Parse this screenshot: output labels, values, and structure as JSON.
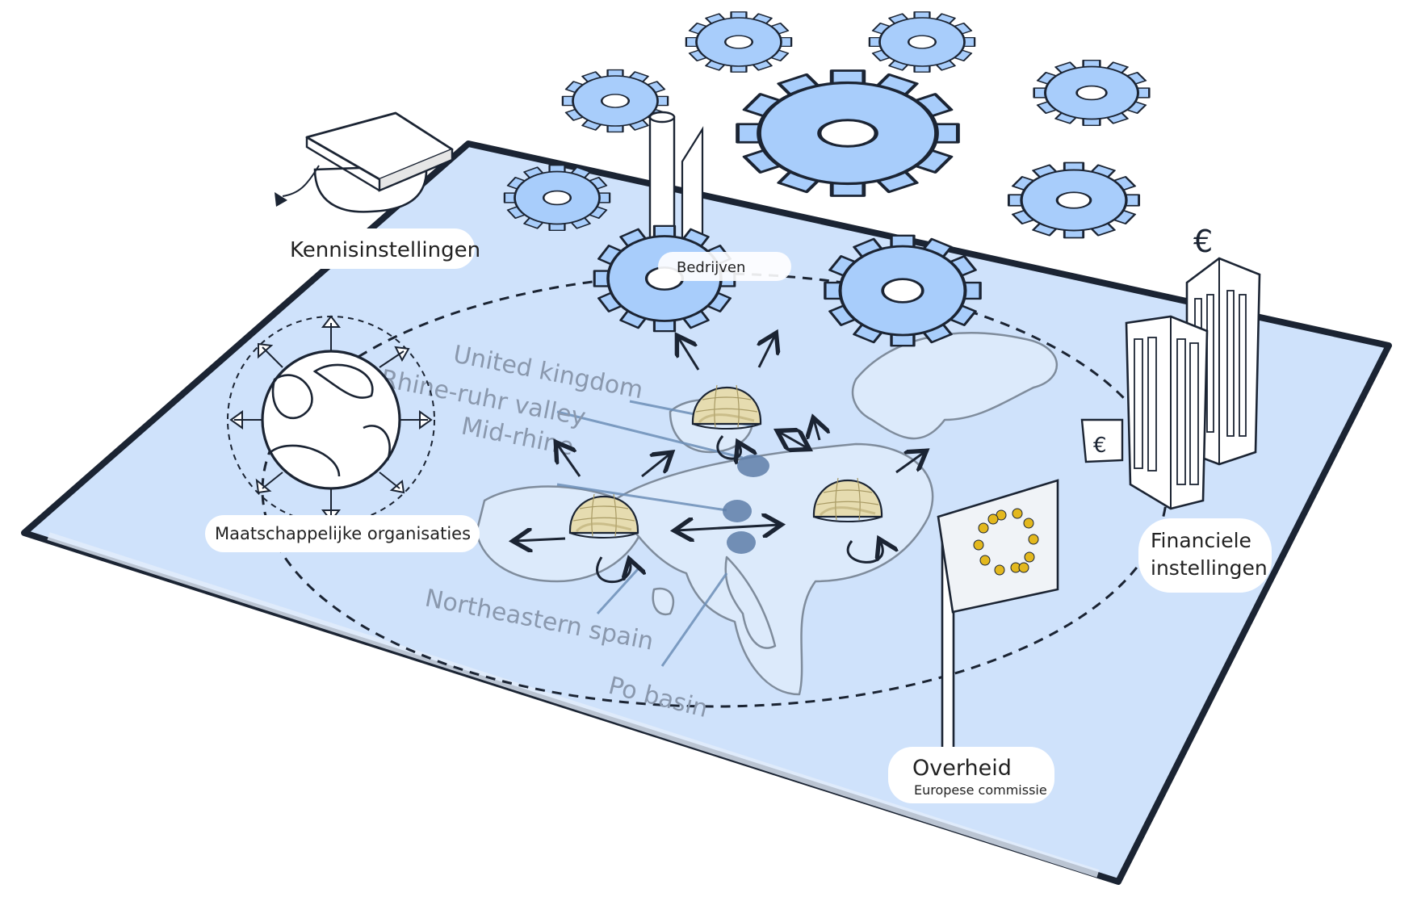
{
  "actors": {
    "kennis": "Kennisinstellingen",
    "bedrijven": "Bedrijven",
    "maatschappelijk": "Maatschappelijke organisaties",
    "financiele_line1": "Financiele",
    "financiele_line2": "instellingen",
    "overheid": "Overheid",
    "overheid_sub": "Europese commissie"
  },
  "regions": {
    "uk": "United kingdom",
    "rhine_ruhr": "Rhine-ruhr valley",
    "mid_rhine": "Mid-rhine",
    "ne_spain": "Northeastern spain",
    "po_basin": "Po basin"
  },
  "icons": {
    "currency": "€",
    "flag": "eu-flag-icon",
    "cog": "cog-icon",
    "dome": "cluster-dome-icon",
    "globe": "globe-icon",
    "cap": "graduation-cap-icon",
    "buildings": "bank-buildings-icon"
  },
  "colors": {
    "map_fill": "#cfe2fb",
    "cog_fill": "#a8cdfb",
    "dome_fill": "#e6dcb0",
    "outline": "#1b2433",
    "eu_blue": "#f0f3f7",
    "eu_star": "#e3b81e"
  }
}
